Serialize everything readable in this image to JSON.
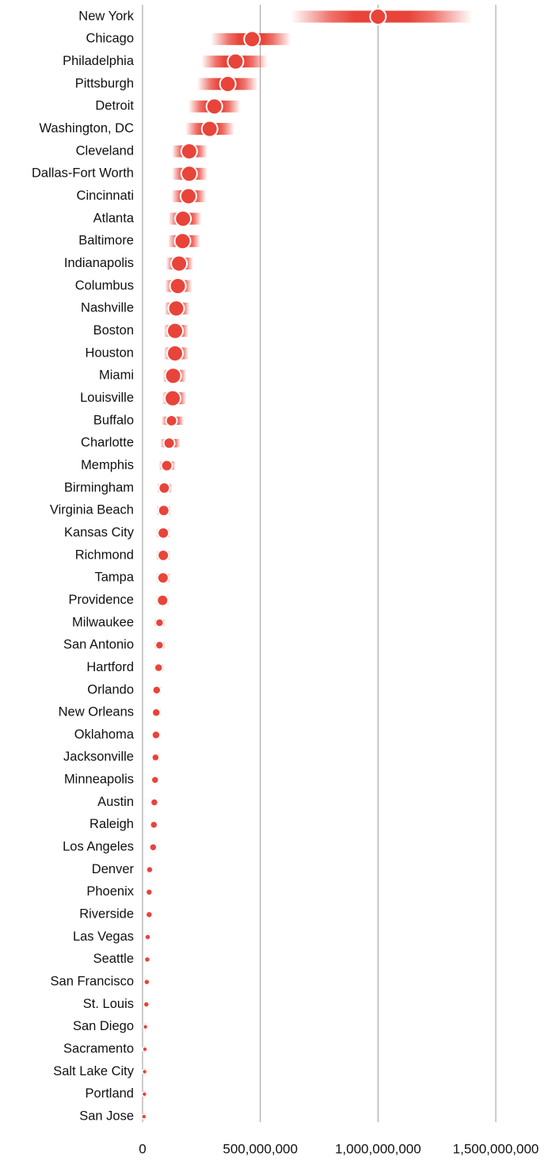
{
  "chart_data": {
    "type": "scatter",
    "title": "",
    "xlabel": "",
    "ylabel": "",
    "xlim": [
      0,
      1500000000
    ],
    "x_ticks": [
      {
        "value": 0,
        "label": "0"
      },
      {
        "value": 500000000,
        "label": "500,000,000"
      },
      {
        "value": 1000000000,
        "label": "1,000,000,000"
      },
      {
        "value": 1500000000,
        "label": "1,500,000,000"
      }
    ],
    "grid": true,
    "legend": "none",
    "colors": {
      "marker": "#e8443a",
      "marker_outline": "#ffffff",
      "gridline": "#9a9a9a",
      "text": "#111111"
    },
    "categories": [
      "New York",
      "Chicago",
      "Philadelphia",
      "Pittsburgh",
      "Detroit",
      "Washington, DC",
      "Cleveland",
      "Dallas-Fort Worth",
      "Cincinnati",
      "Atlanta",
      "Baltimore",
      "Indianapolis",
      "Columbus",
      "Nashville",
      "Boston",
      "Houston",
      "Miami",
      "Louisville",
      "Buffalo",
      "Charlotte",
      "Memphis",
      "Birmingham",
      "Virginia Beach",
      "Kansas City",
      "Richmond",
      "Tampa",
      "Providence",
      "Milwaukee",
      "San Antonio",
      "Hartford",
      "Orlando",
      "New Orleans",
      "Oklahoma",
      "Jacksonville",
      "Minneapolis",
      "Austin",
      "Raleigh",
      "Los Angeles",
      "Denver",
      "Phoenix",
      "Riverside",
      "Las Vegas",
      "Seattle",
      "San Francisco",
      "St. Louis",
      "San Diego",
      "Sacramento",
      "Salt Lake City",
      "Portland",
      "San Jose"
    ],
    "series": [
      {
        "values": [
          1000000000,
          465000000,
          395000000,
          362000000,
          305000000,
          285000000,
          198000000,
          198000000,
          195000000,
          172000000,
          170000000,
          155000000,
          150000000,
          143000000,
          138000000,
          138000000,
          130000000,
          128000000,
          123000000,
          113000000,
          103000000,
          92000000,
          90000000,
          88000000,
          88000000,
          87000000,
          85000000,
          72000000,
          72000000,
          68000000,
          60000000,
          58000000,
          57000000,
          55000000,
          53000000,
          50000000,
          48000000,
          45000000,
          30000000,
          28000000,
          28000000,
          22000000,
          20000000,
          18000000,
          16000000,
          12000000,
          10000000,
          9000000,
          8000000,
          6000000
        ],
        "low": [
          630000000,
          290000000,
          250000000,
          232000000,
          195000000,
          182000000,
          125000000,
          125000000,
          123000000,
          110000000,
          108000000,
          100000000,
          95000000,
          93000000,
          90000000,
          90000000,
          85000000,
          83000000,
          80000000,
          75000000,
          70000000,
          62000000,
          60000000,
          58000000,
          58000000,
          58000000,
          57000000,
          50000000,
          50000000,
          48000000,
          42000000,
          40000000,
          40000000,
          38000000,
          36000000,
          34000000,
          32000000,
          30000000,
          20000000,
          18000000,
          18000000,
          14000000,
          12000000,
          11000000,
          10000000,
          7000000,
          5000000,
          4000000,
          3000000,
          2000000
        ],
        "high": [
          1400000000,
          630000000,
          530000000,
          490000000,
          415000000,
          390000000,
          275000000,
          275000000,
          270000000,
          250000000,
          245000000,
          215000000,
          210000000,
          200000000,
          195000000,
          195000000,
          185000000,
          185000000,
          175000000,
          160000000,
          140000000,
          125000000,
          120000000,
          118000000,
          118000000,
          118000000,
          112000000,
          95000000,
          95000000,
          90000000,
          80000000,
          78000000,
          76000000,
          73000000,
          70000000,
          66000000,
          63000000,
          60000000,
          42000000,
          38000000,
          38000000,
          30000000,
          28000000,
          26000000,
          22000000,
          17000000,
          14000000,
          13000000,
          12000000,
          10000000
        ],
        "marker_size": [
          10,
          10,
          10,
          10,
          10,
          10,
          10,
          10,
          10,
          10,
          10,
          10,
          10,
          10,
          10,
          10,
          10,
          10,
          7,
          7,
          7,
          7,
          7,
          7,
          7,
          7,
          7,
          5,
          5,
          5,
          5,
          5,
          5,
          4.5,
          4.5,
          4.5,
          4.5,
          4.5,
          4,
          4,
          4,
          3.5,
          3.5,
          3.5,
          3.5,
          3,
          3,
          3,
          3,
          3
        ]
      }
    ]
  }
}
